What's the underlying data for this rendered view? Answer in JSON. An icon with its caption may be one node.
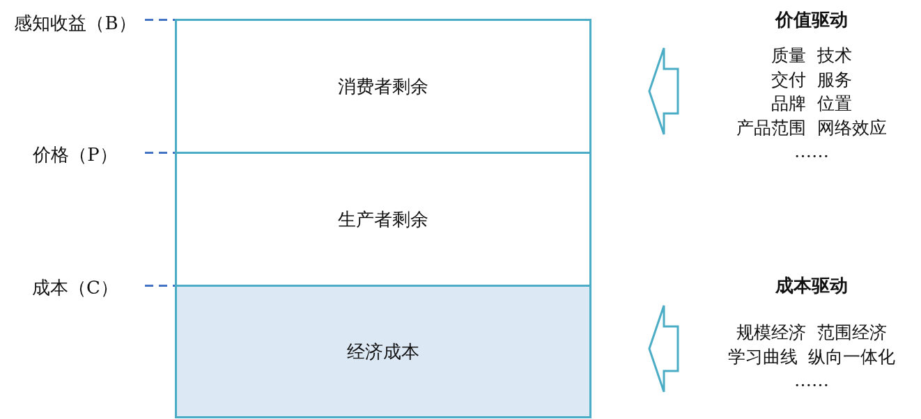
{
  "diagram": {
    "nodes": [
      {
        "text": [
          "感知收益（B）"
        ]
      },
      {
        "text": [
          "价格（P）"
        ]
      },
      {
        "text": [
          "成本（C）"
        ]
      },
      {
        "text": [
          "消费者剩余"
        ]
      },
      {
        "text": [
          "生产者剩余"
        ]
      },
      {
        "text": [
          "经济成本"
        ]
      },
      {
        "text": [
          "价值驱动",
          "质量 技术",
          "交付 服务",
          "品牌 位置",
          "产品范围 网络效应",
          "……"
        ]
      },
      {
        "text": [
          "成本驱动",
          "规模经济 范围经济",
          "学习曲线 纵向一体化",
          "……"
        ]
      }
    ],
    "edges": [
      {
        "from": 0,
        "to": 3,
        "arrow": "none",
        "style": "dashed"
      },
      {
        "from": 1,
        "to": 4,
        "arrow": "none",
        "style": "dashed"
      },
      {
        "from": 2,
        "to": 5,
        "arrow": "none",
        "style": "dashed"
      },
      {
        "from": 6,
        "to": 3,
        "arrow": "to",
        "style": "thick",
        "color": "#4bacc6"
      },
      {
        "from": 7,
        "to": 5,
        "arrow": "to",
        "style": "thick",
        "color": "#4bacc6"
      }
    ]
  }
}
